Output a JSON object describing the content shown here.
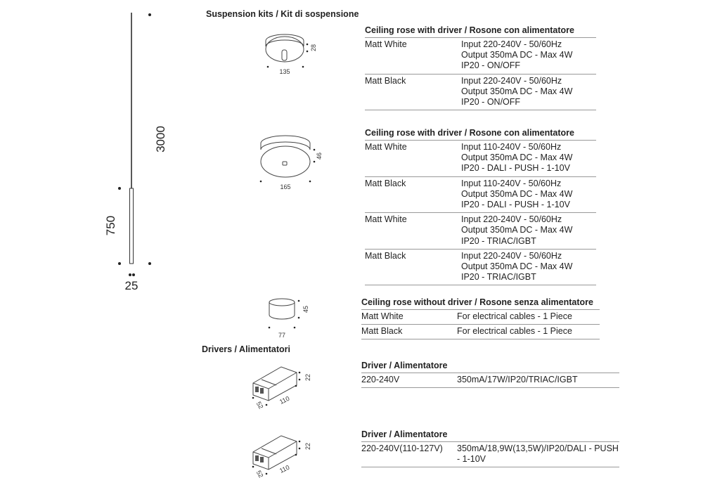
{
  "sections": {
    "suspension": "Suspension kits / Kit di sospensione",
    "drivers": "Drivers / Alimentatori"
  },
  "pendant_dims": {
    "cable": "3000",
    "body": "750",
    "diameter": "25"
  },
  "rose_dims": [
    {
      "width": "135",
      "height": "28"
    },
    {
      "width": "165",
      "height": "46"
    },
    {
      "width": "77",
      "height": "45"
    }
  ],
  "driver_dims": [
    {
      "height": "22",
      "length": "110",
      "width": "52"
    },
    {
      "height": "22",
      "length": "110",
      "width": "52"
    }
  ],
  "tables": [
    {
      "title": "Ceiling rose with driver / Rosone con alimentatore",
      "rows": [
        {
          "name": "Matt White",
          "lines": [
            "Input 220-240V - 50/60Hz",
            "Output 350mA DC - Max 4W",
            "IP20 - ON/OFF"
          ]
        },
        {
          "name": "Matt Black",
          "lines": [
            "Input 220-240V - 50/60Hz",
            "Output 350mA DC - Max 4W",
            "IP20 - ON/OFF"
          ]
        }
      ]
    },
    {
      "title": "Ceiling rose with driver / Rosone con alimentatore",
      "rows": [
        {
          "name": "Matt White",
          "lines": [
            "Input 110-240V - 50/60Hz",
            "Output 350mA DC - Max 4W",
            "IP20 - DALI - PUSH - 1-10V"
          ]
        },
        {
          "name": "Matt Black",
          "lines": [
            "Input 110-240V - 50/60Hz",
            "Output 350mA DC - Max 4W",
            "IP20 - DALI - PUSH - 1-10V"
          ]
        },
        {
          "name": "Matt White",
          "lines": [
            "Input 220-240V - 50/60Hz",
            "Output 350mA DC - Max 4W",
            "IP20 - TRIAC/IGBT"
          ]
        },
        {
          "name": "Matt Black",
          "lines": [
            "Input 220-240V - 50/60Hz",
            "Output 350mA DC - Max 4W",
            "IP20 - TRIAC/IGBT"
          ]
        }
      ]
    },
    {
      "title": "Ceiling rose without driver / Rosone senza alimentatore",
      "rows": [
        {
          "name": "Matt White",
          "lines": [
            "For electrical cables - 1 Piece"
          ]
        },
        {
          "name": "Matt Black",
          "lines": [
            "For electrical cables - 1 Piece"
          ]
        }
      ]
    },
    {
      "title": "Driver / Alimentatore",
      "rows": [
        {
          "name": "220-240V",
          "lines": [
            "350mA/17W/IP20/TRIAC/IGBT"
          ]
        }
      ]
    },
    {
      "title": "Driver / Alimentatore",
      "rows": [
        {
          "name": "220-240V(110-127V)",
          "lines": [
            "350mA/18,9W(13,5W)/IP20/DALI - PUSH",
            "- 1-10V"
          ]
        }
      ]
    }
  ]
}
